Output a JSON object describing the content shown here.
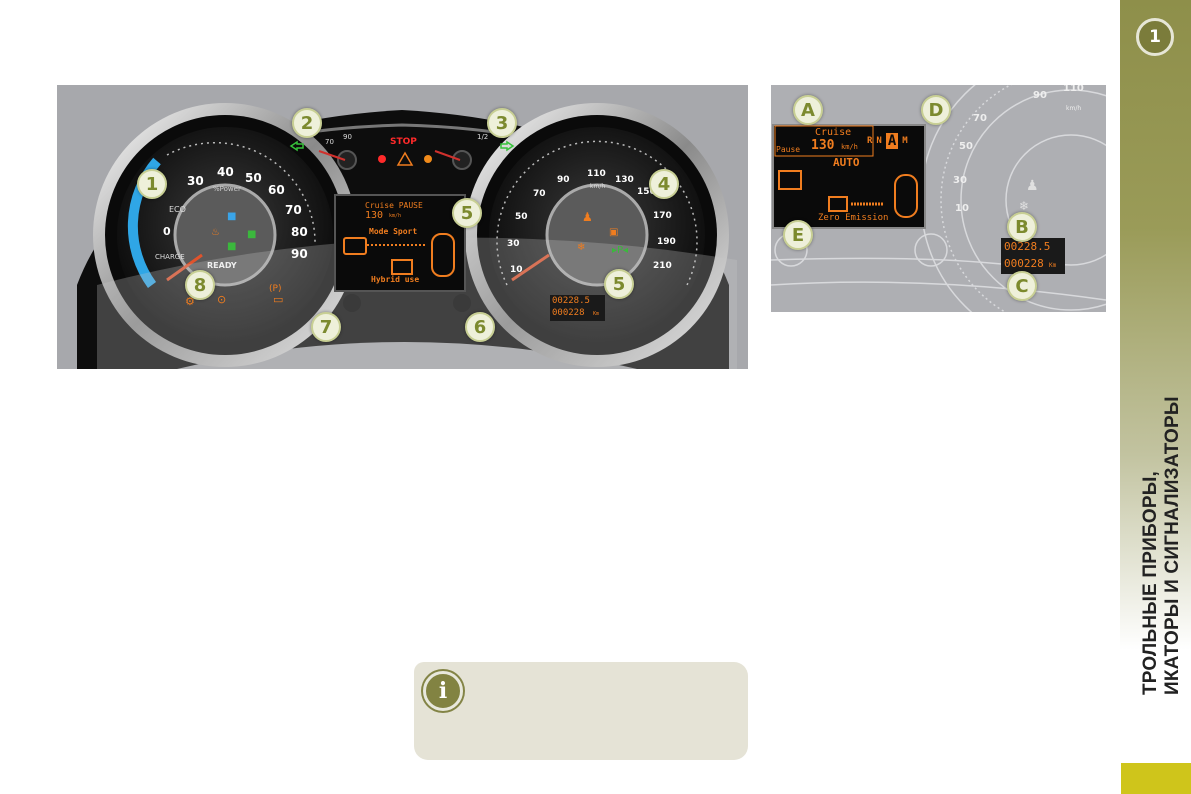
{
  "sidebar": {
    "chapter_number": "1",
    "section_title_line1": "ТРОЛЬНЫЕ ПРИБОРЫ,",
    "section_title_line2": "ИКАТОРЫ И СИГНАЛИЗАТОРЫ",
    "colors": {
      "band": "#9a9b58",
      "tab": "#cfc51b"
    }
  },
  "main_figure": {
    "callouts": [
      "1",
      "2",
      "3",
      "4",
      "5",
      "5",
      "6",
      "7",
      "8"
    ],
    "power_gauge": {
      "ticks": [
        "30",
        "40",
        "50",
        "60",
        "70",
        "80",
        "90"
      ],
      "label": "%Power",
      "zone_eco": "ECO",
      "zone_zero": "0",
      "zone_charge": "CHARGE",
      "status": "READY"
    },
    "temp_gauge": {
      "ticks": [
        "70",
        "90"
      ]
    },
    "fuel_gauge": {
      "ticks": [
        "1/2"
      ]
    },
    "stop_label": "STOP",
    "display": {
      "cruise_line1": "Cruise PAUSE",
      "cruise_speed": "130",
      "cruise_unit": "km/h",
      "mode": "Mode Sport",
      "flow": "Hybrid use"
    },
    "speedometer": {
      "unit": "km/h",
      "ticks": [
        "10",
        "30",
        "50",
        "70",
        "90",
        "110",
        "130",
        "150",
        "170",
        "190",
        "210"
      ]
    },
    "odometer": {
      "trip": "00228.5",
      "total": "000228",
      "unit": "Km"
    }
  },
  "zoom_figure": {
    "callouts": [
      "A",
      "B",
      "C",
      "D",
      "E"
    ],
    "cruise_label": "Cruise",
    "pause_label": "Pause",
    "cruise_speed": "130",
    "cruise_unit": "km/h",
    "gears": [
      "R",
      "N",
      "A",
      "M"
    ],
    "gear_selected": "A",
    "mode": "AUTO",
    "flow": "Zero Emission",
    "speed_ticks": [
      "10",
      "30",
      "50",
      "70",
      "90",
      "110"
    ],
    "speed_unit": "km/h",
    "odometer": {
      "trip": "00228.5",
      "total": "000228",
      "unit": "Km"
    }
  },
  "info_box": {
    "icon": "i"
  }
}
